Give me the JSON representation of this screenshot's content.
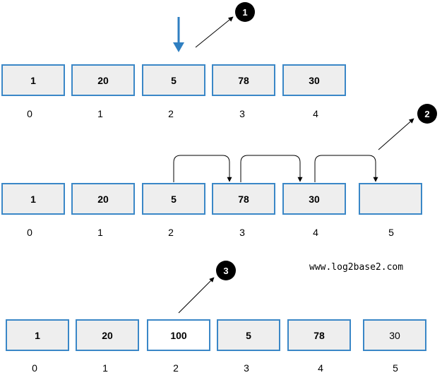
{
  "rows": [
    {
      "values": [
        "1",
        "20",
        "5",
        "78",
        "30"
      ],
      "indices": [
        "0",
        "1",
        "2",
        "3",
        "4"
      ]
    },
    {
      "values": [
        "1",
        "20",
        "5",
        "78",
        "30",
        ""
      ],
      "indices": [
        "0",
        "1",
        "2",
        "3",
        "4",
        "5"
      ]
    },
    {
      "values": [
        "1",
        "20",
        "100",
        "5",
        "78",
        "30"
      ],
      "indices": [
        "0",
        "1",
        "2",
        "3",
        "4",
        "5"
      ],
      "highlighted_index": 2,
      "plain_weight_index": 5
    }
  ],
  "steps": [
    "1",
    "2",
    "3"
  ],
  "watermark": "www.log2base2.com",
  "colors": {
    "cell_fill": "#eeeeee",
    "highlight_fill": "#ffffff",
    "cell_border": "#3a87c7",
    "pointer_arrow": "#2f7fc1",
    "badge": "#000000",
    "text": "#000000"
  },
  "icons": {
    "pointer": "down-arrow-icon",
    "step_arrow": "diagonal-arrow-icon",
    "shift_arrow": "curved-shift-arrow-icon"
  }
}
